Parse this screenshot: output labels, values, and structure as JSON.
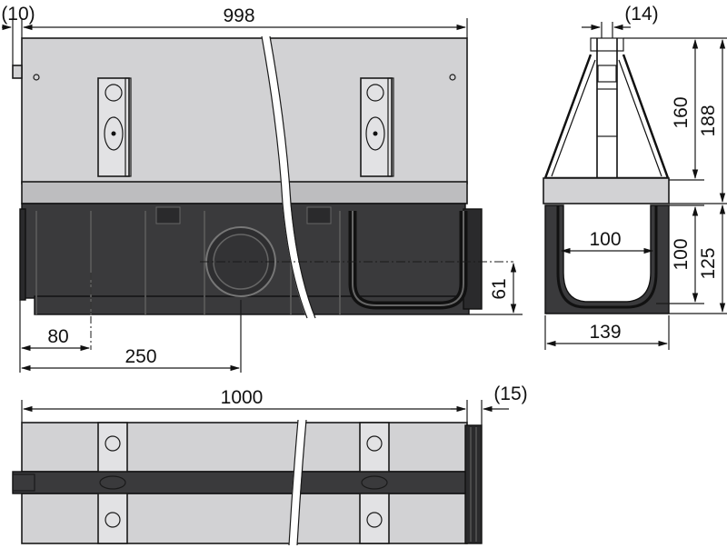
{
  "colors": {
    "grate_fill": "#d2d2d4",
    "grate_strip": "#bdbdbf",
    "channel_fill": "#3a3a3c",
    "channel_dark": "#222224",
    "line": "#1a1a1a",
    "background": "#ffffff",
    "bracket_fill": "#e2e2e4"
  },
  "dimensions": {
    "offset_10": "(10)",
    "length_998": "998",
    "offset_14": "(14)",
    "height_160": "160",
    "height_188": "188",
    "inner_width_100": "100",
    "inner_height_100": "100",
    "height_125": "125",
    "outlet_height_61": "61",
    "offset_80": "80",
    "outlet_distance_250": "250",
    "width_139": "139",
    "length_1000": "1000",
    "offset_15": "(15)"
  }
}
